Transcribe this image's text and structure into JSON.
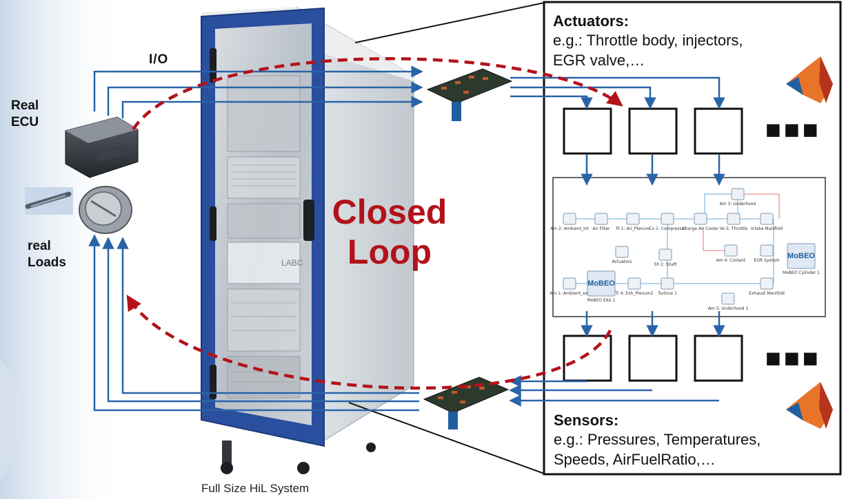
{
  "labels": {
    "io": "I/O",
    "real_ecu": [
      "Real",
      "ECU"
    ],
    "real_loads": [
      "real",
      "Loads"
    ],
    "closed_loop": [
      "Closed",
      "Loop"
    ],
    "caption": "Full Size HiL System",
    "cabinet_brand": "LABC"
  },
  "actuators": {
    "title": "Actuators:",
    "text": [
      "e.g.: Throttle body, injectors,",
      "EGR valve,…"
    ]
  },
  "sensors": {
    "title": "Sensors:",
    "text": [
      "e.g.: Pressures, Temperatures,",
      "Speeds, AirFuelRatio,…"
    ]
  },
  "more_indicator": "■■■",
  "model_blocks": [
    "Am 2: Ambient_Int",
    "Air Filter",
    "Pi 1: Air_Plenum",
    "Co 1: Compressor",
    "Charge Air Cooler",
    "Ve 5: Throttle",
    "Intake Manifold",
    "Am 3: Underhood",
    "Am 4: Coolant",
    "EGR System",
    "Sh 2: Shaft",
    "Actuators",
    "Am 1: Ambient_ext",
    "MoBEO EAS 1",
    "Ti 4: Exh_Plenum2",
    "Turbine 1",
    "Exhaust Manifold",
    "Am 5: Underhood 1",
    "MoBEO Cylinder 1"
  ],
  "logo_text": "MoBEO",
  "colors": {
    "loop_arrow": "#b3121a",
    "wire": "#2a64a8",
    "cabinet_frame": "#2a4f9e",
    "closed_loop_text": "#b3121a"
  },
  "icons": [
    "ecu-icon",
    "injector-icon",
    "throttle-body-icon",
    "io-card-icon",
    "matlab-logo-icon",
    "cabinet-icon",
    "model-block-icon"
  ]
}
